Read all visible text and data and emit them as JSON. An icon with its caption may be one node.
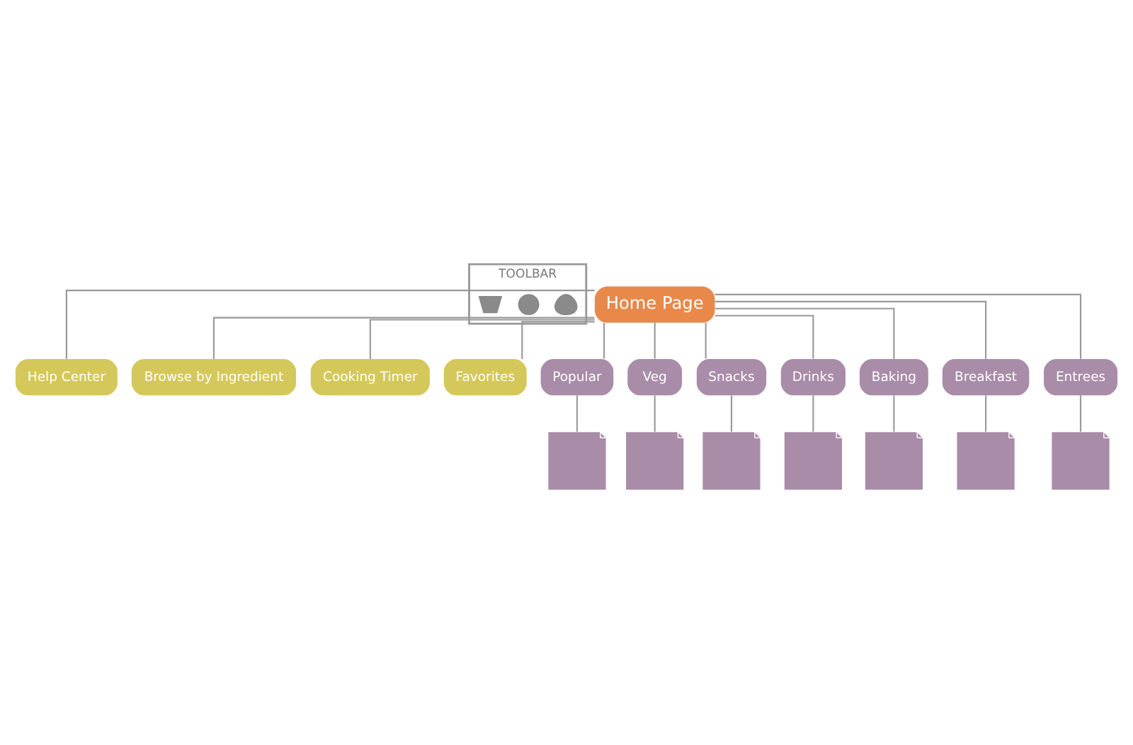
{
  "diagram": {
    "nodes": [
      {
        "text": [
          "TOOLBAR"
        ]
      },
      {
        "text": [],
        "shape": "person",
        "in": 0
      },
      {
        "text": [],
        "shape": "circle",
        "in": 0
      },
      {
        "text": [],
        "shape": "cart",
        "in": 0
      },
      {
        "text": [
          "Home Page"
        ]
      },
      {
        "text": [
          "Help Center"
        ]
      },
      {
        "text": [
          "Browse by Ingredient"
        ]
      },
      {
        "text": [
          "Cooking Timer"
        ]
      },
      {
        "text": [
          "Favorites"
        ]
      },
      {
        "text": [
          "Popular"
        ]
      },
      {
        "text": [
          "Veg"
        ]
      },
      {
        "text": [
          "Snacks"
        ]
      },
      {
        "text": [
          "Drinks"
        ]
      },
      {
        "text": [
          "Baking"
        ]
      },
      {
        "text": [
          "Breakfast"
        ]
      },
      {
        "text": [
          "Entrees"
        ]
      },
      {
        "text": [],
        "shape": "document"
      },
      {
        "text": [],
        "shape": "document"
      },
      {
        "text": [],
        "shape": "document"
      },
      {
        "text": [],
        "shape": "document"
      },
      {
        "text": [],
        "shape": "document"
      },
      {
        "text": [],
        "shape": "document"
      },
      {
        "text": [],
        "shape": "document"
      }
    ],
    "edges": [
      {
        "from": 4,
        "to": 5,
        "arrow": "none"
      },
      {
        "from": 4,
        "to": 6,
        "arrow": "none"
      },
      {
        "from": 4,
        "to": 7,
        "arrow": "none"
      },
      {
        "from": 4,
        "to": 8,
        "arrow": "none"
      },
      {
        "from": 4,
        "to": 9,
        "arrow": "none"
      },
      {
        "from": 4,
        "to": 10,
        "arrow": "none"
      },
      {
        "from": 4,
        "to": 11,
        "arrow": "none"
      },
      {
        "from": 4,
        "to": 12,
        "arrow": "none"
      },
      {
        "from": 4,
        "to": 13,
        "arrow": "none"
      },
      {
        "from": 4,
        "to": 14,
        "arrow": "none"
      },
      {
        "from": 4,
        "to": 15,
        "arrow": "none"
      },
      {
        "from": 9,
        "to": 16,
        "arrow": "none"
      },
      {
        "from": 10,
        "to": 17,
        "arrow": "none"
      },
      {
        "from": 11,
        "to": 18,
        "arrow": "none"
      },
      {
        "from": 12,
        "to": 19,
        "arrow": "none"
      },
      {
        "from": 13,
        "to": 20,
        "arrow": "none"
      },
      {
        "from": 14,
        "to": 21,
        "arrow": "none"
      },
      {
        "from": 15,
        "to": 22,
        "arrow": "none"
      }
    ]
  }
}
